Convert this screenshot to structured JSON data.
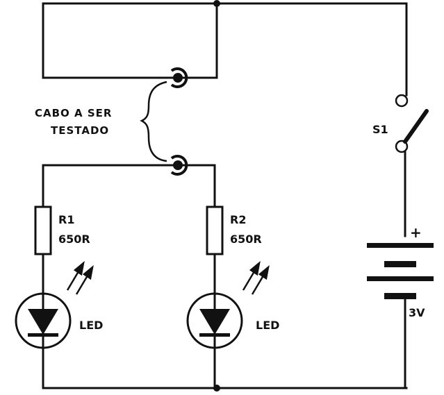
{
  "diagram": {
    "cable_label_line1": "CABO A SER",
    "cable_label_line2": "TESTADO",
    "switch": {
      "name": "S1"
    },
    "battery": {
      "polarity": "+",
      "voltage": "3V"
    },
    "resistors": [
      {
        "name": "R1",
        "value": "650R"
      },
      {
        "name": "R2",
        "value": "650R"
      }
    ],
    "leds": [
      {
        "label": "LED"
      },
      {
        "label": "LED"
      }
    ]
  }
}
